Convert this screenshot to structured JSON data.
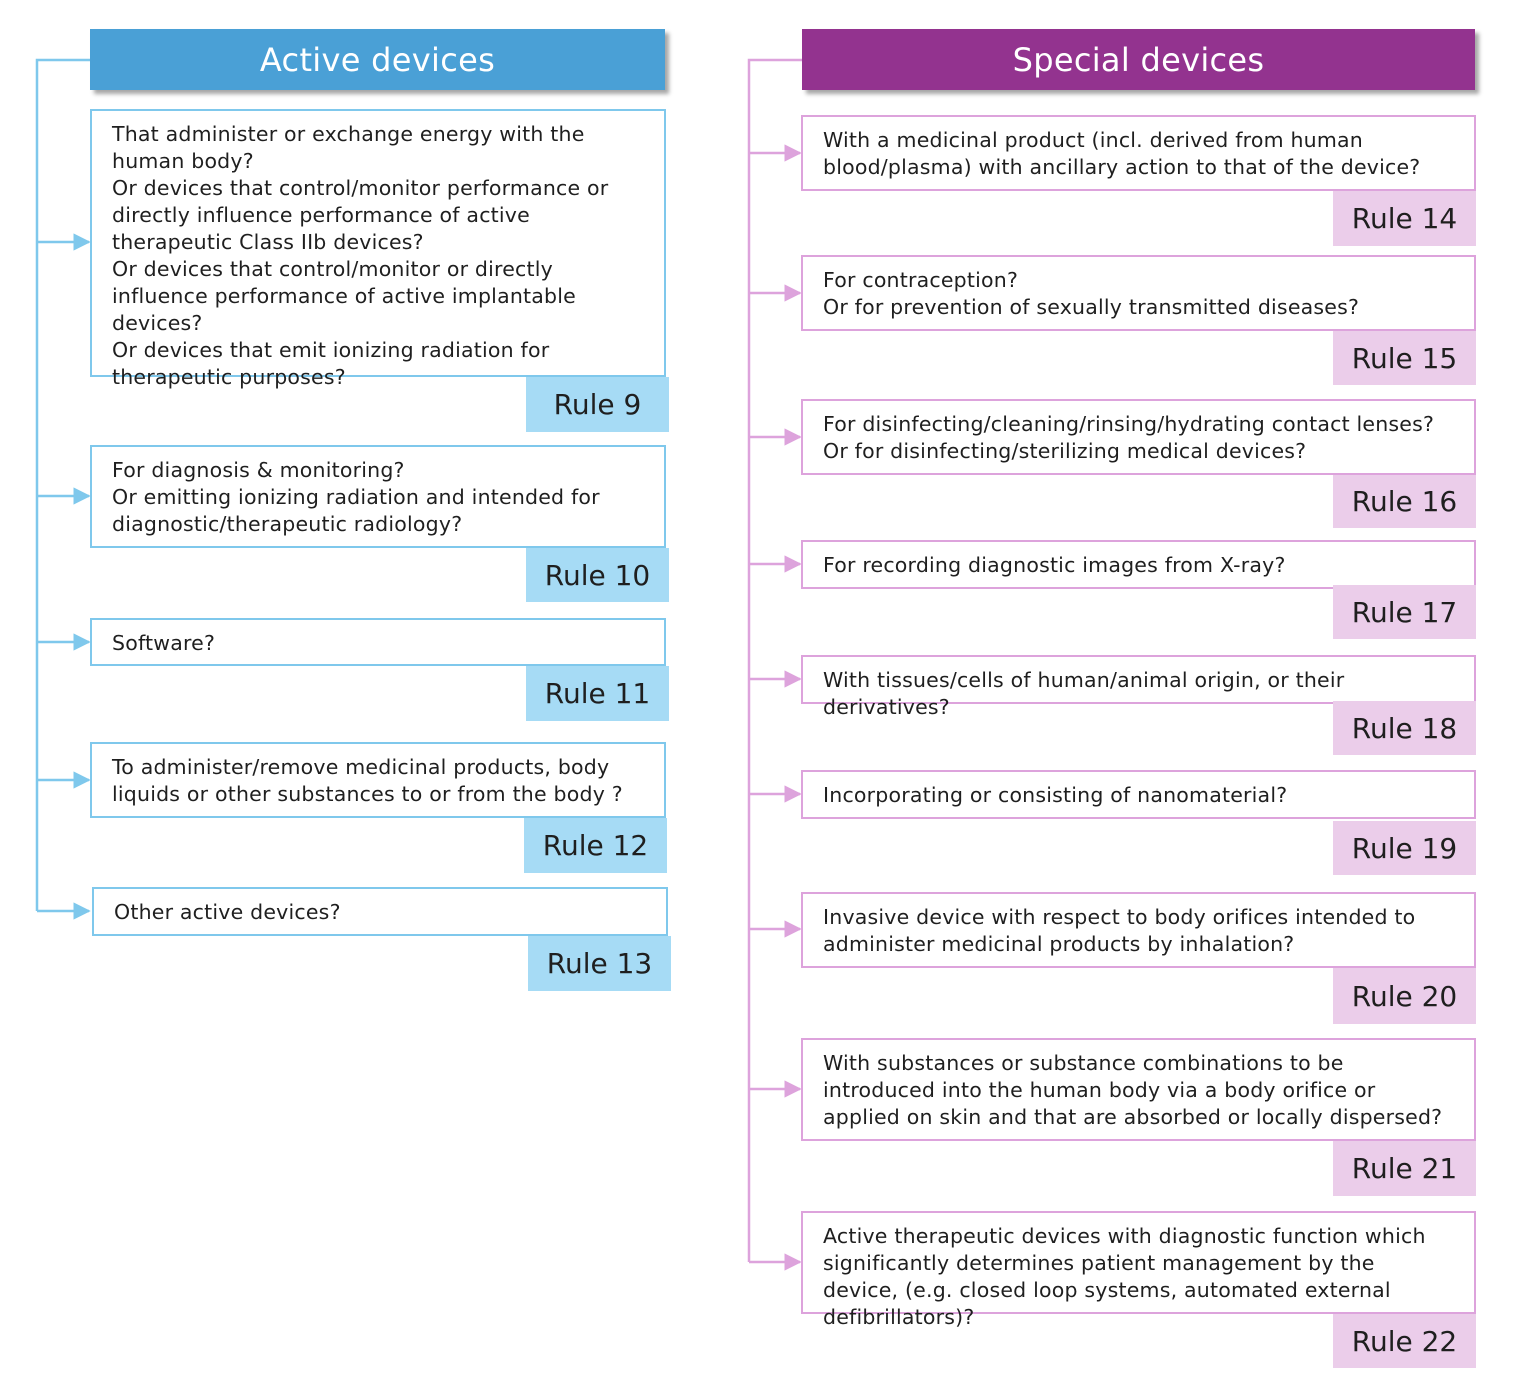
{
  "colors": {
    "active_header": "#4aa0d6",
    "active_line": "#7fc8ec",
    "active_rule": "#a6dbf5",
    "special_header": "#93338f",
    "special_line": "#dda3dc",
    "special_rule": "#ebcdea"
  },
  "active": {
    "title": "Active devices",
    "items": [
      {
        "question": "That administer or exchange energy with the human body?\nOr devices that control/monitor performance or directly influence performance of active therapeutic Class IIb devices?\nOr devices that control/monitor or directly influence performance of active implantable devices?\nOr devices that emit ionizing radiation for therapeutic purposes?",
        "rule": "Rule 9"
      },
      {
        "question": "For diagnosis & monitoring?\nOr emitting ionizing radiation and intended for diagnostic/therapeutic radiology?",
        "rule": "Rule 10"
      },
      {
        "question": "Software?",
        "rule": "Rule 11"
      },
      {
        "question": "To administer/remove medicinal products, body liquids or other substances to or from the body ?",
        "rule": "Rule 12"
      },
      {
        "question": "Other active devices?",
        "rule": "Rule 13"
      }
    ]
  },
  "special": {
    "title": "Special devices",
    "items": [
      {
        "question": "With a medicinal product (incl. derived from human blood/plasma) with ancillary action to that of the device?",
        "rule": "Rule 14"
      },
      {
        "question": "For contraception?\nOr for prevention of sexually transmitted diseases?",
        "rule": "Rule 15"
      },
      {
        "question": "For disinfecting/cleaning/rinsing/hydrating contact lenses?\nOr for disinfecting/sterilizing medical devices?",
        "rule": "Rule 16"
      },
      {
        "question": "For recording diagnostic images from X-ray?",
        "rule": "Rule 17"
      },
      {
        "question": "With tissues/cells of human/animal origin, or their derivatives?",
        "rule": "Rule 18"
      },
      {
        "question": "Incorporating or consisting of nanomaterial?",
        "rule": "Rule 19"
      },
      {
        "question": "Invasive device with respect to body orifices intended to administer medicinal products by inhalation?",
        "rule": "Rule 20"
      },
      {
        "question": "With substances or substance combinations to be introduced into the human body via a body orifice or applied on skin and that are absorbed or locally dispersed?",
        "rule": "Rule 21"
      },
      {
        "question": "Active therapeutic devices with diagnostic function which significantly determines patient management by the device, (e.g. closed loop systems, automated external defibrillators)?",
        "rule": "Rule 22"
      }
    ]
  }
}
